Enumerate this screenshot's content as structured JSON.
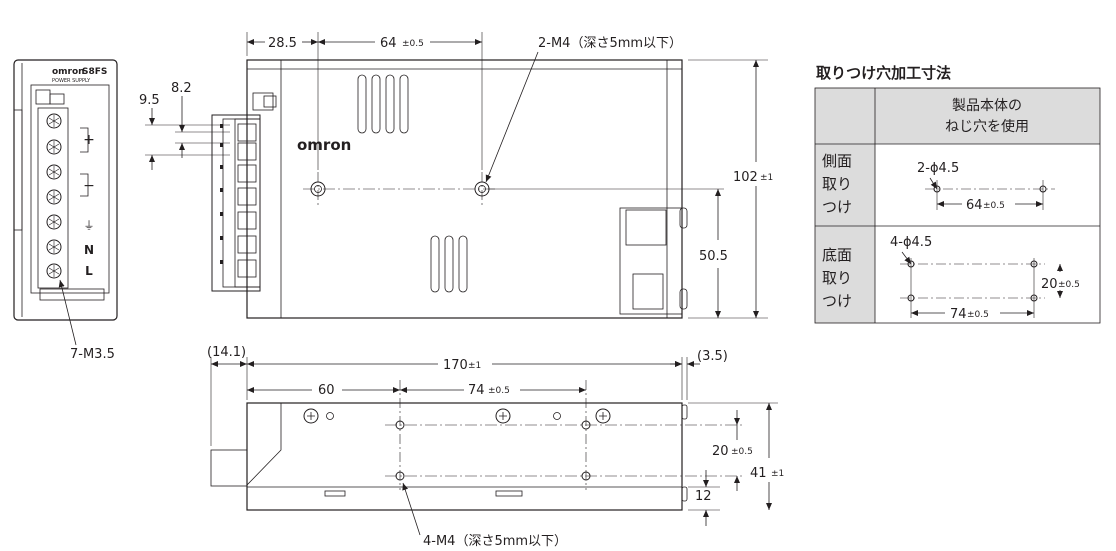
{
  "front_view": {
    "brand": "omron",
    "model": "S8FS",
    "subtitle": "POWER SUPPLY",
    "terminal_symbols": [
      "+",
      "+",
      "−",
      "−",
      "⏚",
      "N",
      "L"
    ],
    "terminal_label": "7-M3.5",
    "dim_pitch_a": "9.5",
    "dim_pitch_b": "8.2"
  },
  "side_view": {
    "brand": "omron",
    "dim_left": "28.5",
    "dim_center_main": "64",
    "dim_center_tol": "±0.5",
    "hole_callout": "2-M4（深さ5mm以下）",
    "height_main": "102",
    "height_tol": "±1",
    "height_half": "50.5"
  },
  "bottom_view": {
    "dim_left_overhang": "(14.1)",
    "dim_length_main": "170",
    "dim_length_tol": "±1",
    "dim_right_overhang": "(3.5)",
    "dim_first_hole": "60",
    "dim_hole_pitch_main": "74",
    "dim_hole_pitch_tol": "±0.5",
    "dim_row_pitch_main": "20",
    "dim_row_pitch_tol": "±0.5",
    "dim_height_main": "41",
    "dim_height_tol": "±1",
    "dim_bottom": "12",
    "hole_callout": "4-M4（深さ5mm以下）"
  },
  "mounting_table": {
    "title": "取りつけ穴加工寸法",
    "header_line1": "製品本体の",
    "header_line2": "ねじ穴を使用",
    "rows": [
      {
        "label": [
          "側面",
          "取り",
          "つけ"
        ],
        "hole_label": "2-ϕ4.5",
        "pitch_main": "64",
        "pitch_tol": "±0.5"
      },
      {
        "label": [
          "底面",
          "取り",
          "つけ"
        ],
        "hole_label": "4-ϕ4.5",
        "pitch_main": "74",
        "pitch_tol": "±0.5",
        "vpitch_main": "20",
        "vpitch_tol": "±0.5"
      }
    ]
  }
}
